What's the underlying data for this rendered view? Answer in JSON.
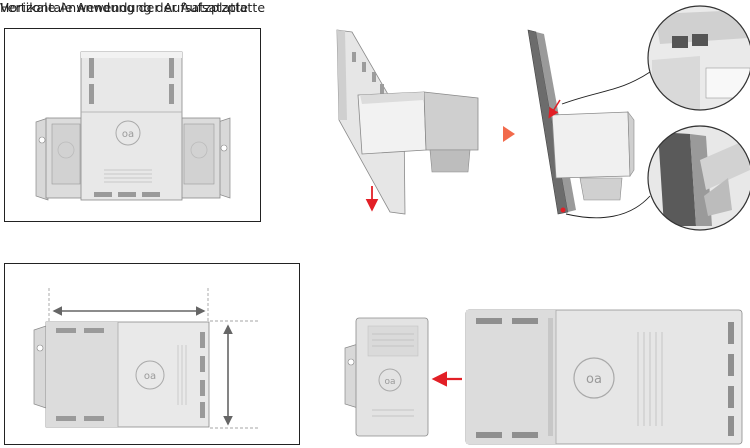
{
  "captions": {
    "vertical": "Vertikale Anwendung der Aufsatzplatte",
    "horizontal": "Horizontale Anwendung der Aufsatzplatte"
  },
  "logo_text": "oa",
  "colors": {
    "plate_light": "#e9e9e9",
    "plate_mid": "#d4d4d4",
    "plate_dark": "#a8a8a8",
    "outline": "#777777",
    "arrow_red": "#e21f26",
    "arrow_orange": "#f26a4b",
    "frame": "#222222",
    "dim_line": "#666666"
  }
}
